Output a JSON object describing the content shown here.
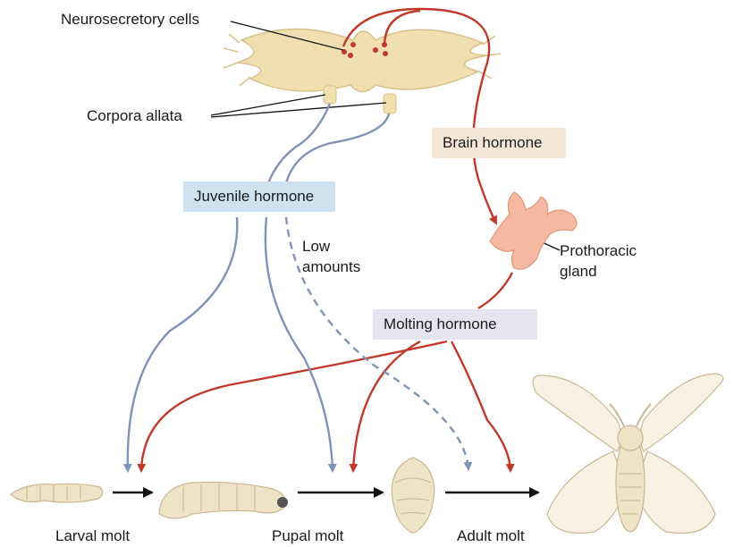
{
  "labels": {
    "neurosecretory_cells": "Neurosecretory cells",
    "corpora_allata": "Corpora allata",
    "brain_hormone": "Brain hormone",
    "juvenile_hormone": "Juvenile hormone",
    "low_amounts_line1": "Low",
    "low_amounts_line2": "amounts",
    "prothoracic_line1": "Prothoracic",
    "prothoracic_line2": "gland",
    "molting_hormone": "Molting hormone",
    "larval_molt": "Larval molt",
    "pupal_molt": "Pupal molt",
    "adult_molt": "Adult molt"
  },
  "colors": {
    "brain_hormone_box": "#f6e6d6",
    "juvenile_hormone_box": "#cfe2f0",
    "molting_hormone_box": "#e6e4ee",
    "red_pathway": "#c0392b",
    "blue_pathway": "#7f93b8",
    "brain_tissue": "#f2dfb0",
    "prothoracic_gland": "#f4b9a0",
    "insect_body": "#efe3c8"
  }
}
